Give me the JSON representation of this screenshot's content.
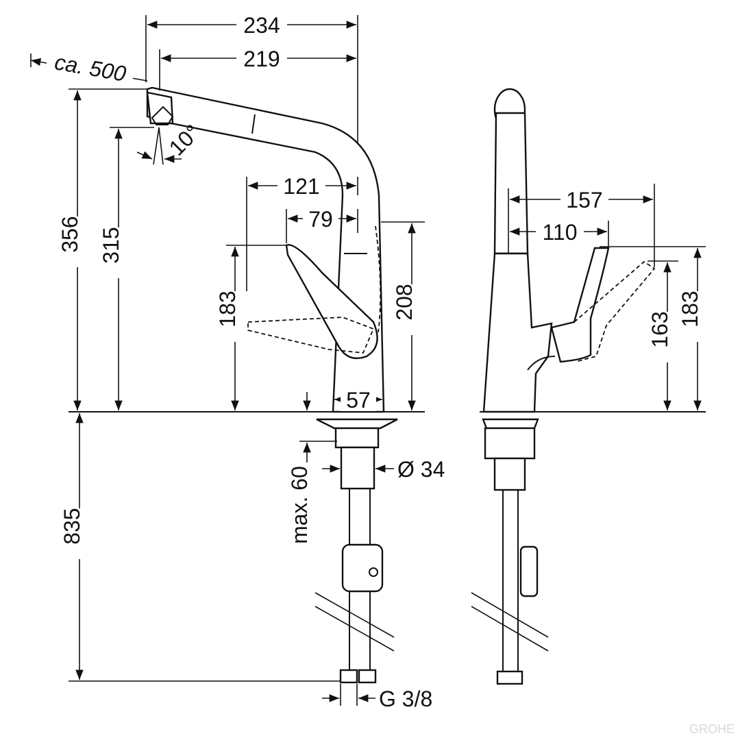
{
  "drawing": {
    "dimensions": {
      "width_overall": "234",
      "spout_reach": "219",
      "pullout": "ca. 500",
      "spray_angle": "10°",
      "height_overall": "356",
      "spout_height": "315",
      "lever_reach_max": "121",
      "lever_reach": "79",
      "lever_height": "183",
      "body_height": "208",
      "base_diameter": "57",
      "below_deck": "835",
      "deck_thickness": "max. 60",
      "hole_diameter": "Ø 34",
      "connection": "G 3/8",
      "side_reach_max": "157",
      "side_reach": "110",
      "side_height_a": "163",
      "side_height_b": "183"
    },
    "watermark": "GROHE"
  }
}
